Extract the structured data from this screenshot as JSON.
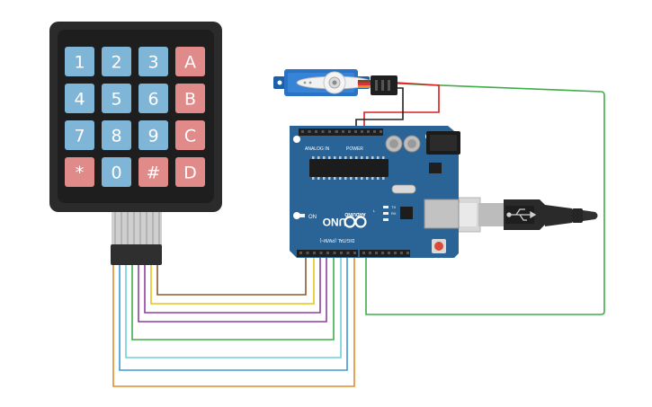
{
  "keypad": {
    "rows": [
      [
        {
          "label": "1",
          "kind": "num"
        },
        {
          "label": "2",
          "kind": "num"
        },
        {
          "label": "3",
          "kind": "num"
        },
        {
          "label": "A",
          "kind": "letter"
        }
      ],
      [
        {
          "label": "4",
          "kind": "num"
        },
        {
          "label": "5",
          "kind": "num"
        },
        {
          "label": "6",
          "kind": "num"
        },
        {
          "label": "B",
          "kind": "letter"
        }
      ],
      [
        {
          "label": "7",
          "kind": "num"
        },
        {
          "label": "8",
          "kind": "num"
        },
        {
          "label": "9",
          "kind": "num"
        },
        {
          "label": "C",
          "kind": "letter"
        }
      ],
      [
        {
          "label": "*",
          "kind": "letter"
        },
        {
          "label": "0",
          "kind": "num"
        },
        {
          "label": "#",
          "kind": "letter"
        },
        {
          "label": "D",
          "kind": "letter"
        }
      ]
    ]
  },
  "board": {
    "brand": "ARDUINO",
    "model": "UNO",
    "on_label": "ON",
    "header_analog": "ANALOG IN",
    "header_power": "POWER",
    "header_digital": "DIGITAL (PWM~)",
    "tx_label": "TX",
    "rx_label": "RX",
    "l_label": "L"
  },
  "colors": {
    "keypad_body": "#2b2b2b",
    "key_num": "#7fb6d8",
    "key_letter": "#e08a8a",
    "board": "#2a6496",
    "wire_brown": "#8b5a2b",
    "wire_yellow": "#e6c619",
    "wire_purple": "#8e3fa0",
    "wire_green": "#3fae49",
    "wire_cyan": "#6fcfd9",
    "wire_blue": "#3c9ad6",
    "wire_orange": "#e38a2c",
    "wire_red": "#d62020"
  },
  "icons": [
    "servo-motor",
    "usb-cable",
    "arduino-infinity-logo"
  ]
}
